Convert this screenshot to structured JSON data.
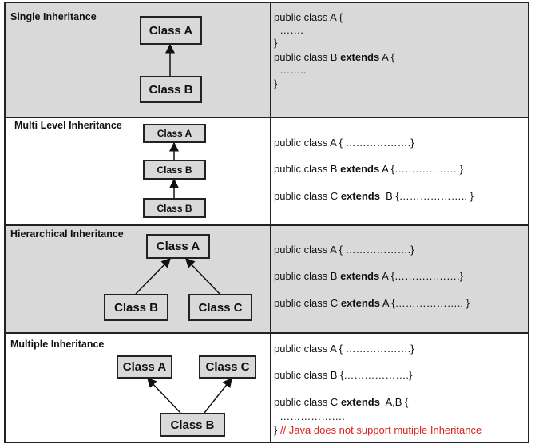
{
  "rows": [
    {
      "title": "Single Inheritance",
      "classes": [
        "Class A",
        "Class B"
      ],
      "code": [
        [
          {
            "t": "public class A {"
          }
        ],
        [
          {
            "t": "  ……."
          }
        ],
        [
          {
            "t": "}"
          }
        ],
        [
          {
            "t": "public class B "
          },
          {
            "t": "extends",
            "b": true
          },
          {
            "t": " A {"
          }
        ],
        [
          {
            "t": "  …….."
          }
        ],
        [
          {
            "t": "}"
          }
        ]
      ]
    },
    {
      "title": "Multi Level Inheritance",
      "classes": [
        "Class A",
        "Class B",
        "Class B"
      ],
      "code": [
        [
          {
            "t": "public class A { ……………….}"
          }
        ],
        [
          {
            "t": "public class B "
          },
          {
            "t": "extends",
            "b": true
          },
          {
            "t": " A {……………….}"
          }
        ],
        [
          {
            "t": "public class C "
          },
          {
            "t": "extends",
            "b": true
          },
          {
            "t": "  B {……………….. }"
          }
        ]
      ]
    },
    {
      "title": "Hierarchical Inheritance",
      "classes": [
        "Class A",
        "Class B",
        "Class C"
      ],
      "code": [
        [
          {
            "t": "public class A { ……………….}"
          }
        ],
        [
          {
            "t": "public class B "
          },
          {
            "t": "extends",
            "b": true
          },
          {
            "t": " A {……………….}"
          }
        ],
        [
          {
            "t": "public class C "
          },
          {
            "t": "extends",
            "b": true
          },
          {
            "t": " A {……………….. }"
          }
        ]
      ]
    },
    {
      "title": "Multiple Inheritance",
      "classes": [
        "Class A",
        "Class C",
        "Class B"
      ],
      "code": [
        [
          {
            "t": "public class A { ……………….}"
          }
        ],
        [
          {
            "t": "public class B {……………….}"
          }
        ],
        [
          {
            "t": "public class C "
          },
          {
            "t": "extends",
            "b": true
          },
          {
            "t": "  A,B {"
          }
        ],
        [
          {
            "t": "  ………………."
          }
        ],
        [
          {
            "t": "} "
          },
          {
            "t": "// Java does not support mutiple Inheritance",
            "r": true
          }
        ]
      ]
    }
  ],
  "colors": {
    "cell_gray": "#d9d9d9",
    "comment_red": "#e0201b"
  }
}
